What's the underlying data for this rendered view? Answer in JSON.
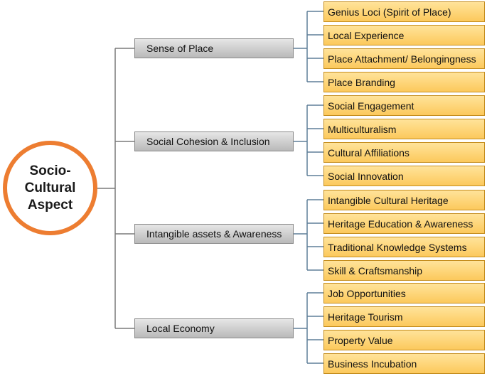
{
  "root": {
    "label": "Socio-\nCultural\nAspect"
  },
  "branches": [
    {
      "label": "Sense of Place",
      "children": [
        "Genius Loci (Spirit of Place)",
        "Local Experience",
        "Place Attachment/ Belongingness",
        "Place Branding"
      ]
    },
    {
      "label": "Social Cohesion & Inclusion",
      "children": [
        "Social Engagement",
        "Multiculturalism",
        "Cultural Affiliations",
        "Social Innovation"
      ]
    },
    {
      "label": "Intangible assets & Awareness",
      "children": [
        "Intangible Cultural Heritage",
        "Heritage Education & Awareness",
        "Traditional Knowledge Systems",
        "Skill & Craftsmanship"
      ]
    },
    {
      "label": "Local Economy",
      "children": [
        "Job Opportunities",
        "Heritage Tourism",
        "Property Value",
        "Business Incubation"
      ]
    }
  ],
  "colors": {
    "root_border": "#ed7d31",
    "branch_fill": "#cfcfcf",
    "leaf_fill": "#fdd57a",
    "leaf_border": "#c58e1f",
    "connector": "#5f7f98"
  }
}
